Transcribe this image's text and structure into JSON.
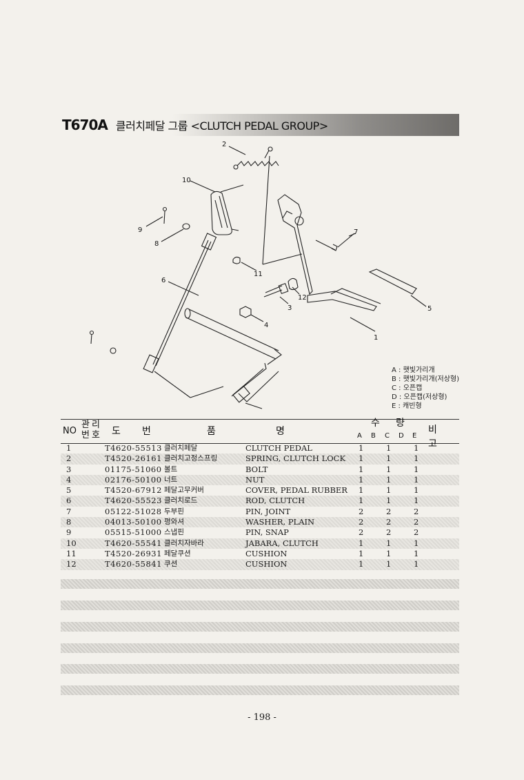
{
  "header": {
    "code": "T670A",
    "title": "클러치페달 그룹 <CLUTCH PEDAL GROUP>"
  },
  "diagram": {
    "callouts": [
      "1",
      "2",
      "3",
      "4",
      "5",
      "6",
      "7",
      "8",
      "9",
      "10",
      "11",
      "12"
    ]
  },
  "legend": [
    "A : 햇빛가리개",
    "B : 햇빛가리개(저상형)",
    "C : 오픈캡",
    "D : 오픈캡(저상형)",
    "E : 캐빈형"
  ],
  "table": {
    "headers": {
      "no": "NO",
      "mgmt": "관리 번호",
      "do": "도",
      "beon": "번",
      "pum": "품",
      "myeong": "명",
      "su": "수",
      "ryang": "량",
      "cols": [
        "A",
        "B",
        "C",
        "D",
        "E"
      ],
      "bigo": "비고"
    },
    "rows": [
      {
        "no": "1",
        "part": "T4620-55513",
        "kor": "클러치페달",
        "eng": "CLUTCH PEDAL",
        "a": "1",
        "c": "1",
        "e": "1"
      },
      {
        "no": "2",
        "part": "T4520-26161",
        "kor": "클러치고정스프링",
        "eng": "SPRING, CLUTCH LOCK",
        "a": "1",
        "c": "1",
        "e": "1"
      },
      {
        "no": "3",
        "part": "01175-51060",
        "kor": "볼트",
        "eng": "BOLT",
        "a": "1",
        "c": "1",
        "e": "1"
      },
      {
        "no": "4",
        "part": "02176-50100",
        "kor": "너트",
        "eng": "NUT",
        "a": "1",
        "c": "1",
        "e": "1"
      },
      {
        "no": "5",
        "part": "T4520-67912",
        "kor": "페달고무커버",
        "eng": "COVER, PEDAL RUBBER",
        "a": "1",
        "c": "1",
        "e": "1"
      },
      {
        "no": "6",
        "part": "T4620-55523",
        "kor": "클러치로드",
        "eng": "ROD, CLUTCH",
        "a": "1",
        "c": "1",
        "e": "1"
      },
      {
        "no": "7",
        "part": "05122-51028",
        "kor": "두부핀",
        "eng": "PIN, JOINT",
        "a": "2",
        "c": "2",
        "e": "2"
      },
      {
        "no": "8",
        "part": "04013-50100",
        "kor": "평와셔",
        "eng": "WASHER, PLAIN",
        "a": "2",
        "c": "2",
        "e": "2"
      },
      {
        "no": "9",
        "part": "05515-51000",
        "kor": "스냅핀",
        "eng": "PIN, SNAP",
        "a": "2",
        "c": "2",
        "e": "2"
      },
      {
        "no": "10",
        "part": "T4620-55541",
        "kor": "클러치자바라",
        "eng": "JABARA, CLUTCH",
        "a": "1",
        "c": "1",
        "e": "1"
      },
      {
        "no": "11",
        "part": "T4520-26931",
        "kor": "페달쿠션",
        "eng": "CUSHION",
        "a": "1",
        "c": "1",
        "e": "1"
      },
      {
        "no": "12",
        "part": "T4620-55841",
        "kor": "쿠션",
        "eng": "CUSHION",
        "a": "1",
        "c": "1",
        "e": "1"
      }
    ]
  },
  "page_number": "- 198 -"
}
